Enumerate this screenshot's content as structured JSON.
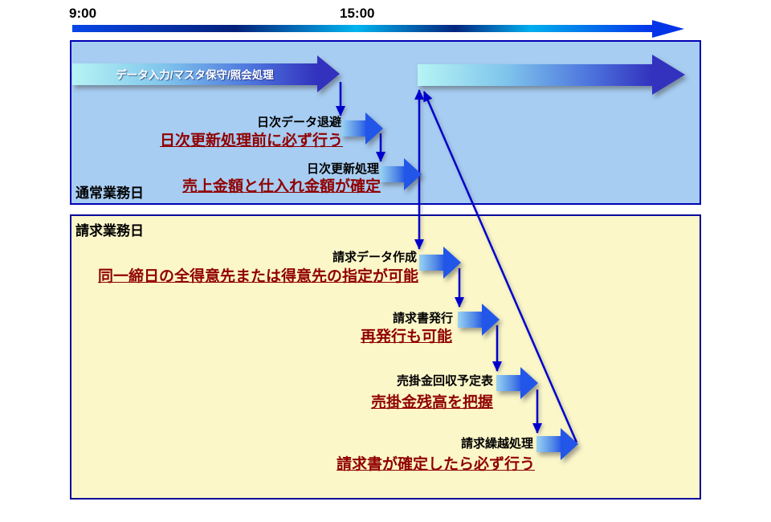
{
  "timeline": {
    "morning_label": "9:00",
    "afternoon_label": "15:00"
  },
  "regions": {
    "normal_day": {
      "label": "通常業務日",
      "fill": "#A7CDF2",
      "border": "#0000B4"
    },
    "billing_day": {
      "label": "請求業務日",
      "fill": "#FBF7C9",
      "border": "#000099"
    }
  },
  "flow": {
    "continuous_task_label": "データ入力/マスタ保守/照会処理"
  },
  "steps": [
    {
      "label": "日次データ退避",
      "note": "日次更新処理前に必ず行う"
    },
    {
      "label": "日次更新処理",
      "note": "売上金額と仕入れ金額が確定"
    },
    {
      "label": "請求データ作成",
      "note": "同一締日の全得意先または得意先の指定が可能"
    },
    {
      "label": "請求書発行",
      "note": "再発行も可能"
    },
    {
      "label": "売掛金回収予定表",
      "note": "売掛金残高を把握"
    },
    {
      "label": "請求繰越処理",
      "note": "請求書が確定したら必ず行う"
    }
  ],
  "colors": {
    "connector": "#0000CC",
    "note_text": "#900000",
    "arrow_gradient_start": "#B6F4F4",
    "arrow_gradient_end": "#3232BE",
    "timeline_accent": "#0334E8"
  }
}
